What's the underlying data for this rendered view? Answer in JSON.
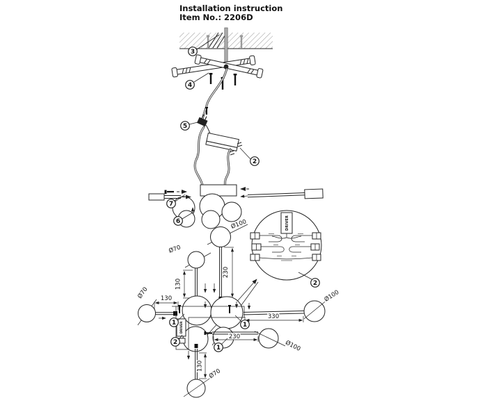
{
  "header": {
    "title": "Installation instruction",
    "item_no": "Item No.: 2206D"
  },
  "labels": {
    "driver": "DRIVER"
  },
  "callouts": {
    "ceiling_screws": "3",
    "mounting_bracket": "4",
    "cable_connector": "5",
    "driver_wires": "2",
    "arm_screw": "7",
    "canopy": "6",
    "wiring_detail": "2",
    "joint_left": "1",
    "joint_right": "1",
    "joint_lower": "1",
    "body_driver": "2"
  },
  "dims": {
    "ball_top": "Ø100",
    "rod_top": "230",
    "ball_mid": "Ø70",
    "rod_mid": "130",
    "ball_left": "Ø70",
    "arm_left": "130",
    "arm_right": "330",
    "ball_right": "Ø100",
    "arm_lower": "230",
    "ball_lower": "Ø100",
    "rod_bottom": "130",
    "ball_bottom": "Ø70"
  },
  "colors": {
    "line": "#222222",
    "metal_gray": "#999999",
    "background": "#ffffff"
  }
}
